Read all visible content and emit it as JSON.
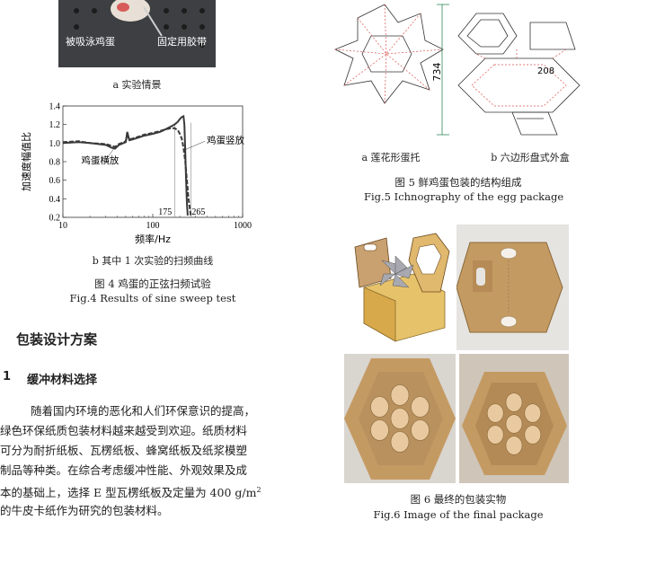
{
  "fig4": {
    "photo_label_left": "被吸泳鸡蛋",
    "photo_label_right": "固定用胶带",
    "caption_a": "a 实验情景",
    "caption_b": "b 其中 1 次实验的扫频曲线",
    "title_cn": "图 4 鸡蛋的正弦扫频试验",
    "title_en": "Fig.4 Results of sine sweep test"
  },
  "chart_data": {
    "type": "line",
    "xlabel": "频率/Hz",
    "ylabel": "加速度幅值比",
    "xscale": "log",
    "xlim": [
      10,
      1000
    ],
    "ylim": [
      0.2,
      1.4
    ],
    "x_ticks": [
      "10",
      "100",
      "1000"
    ],
    "y_ticks": [
      "0.2",
      "0.4",
      "0.6",
      "0.8",
      "1.0",
      "1.2",
      "1.4"
    ],
    "annotations": [
      "175",
      "265"
    ],
    "series": [
      {
        "name": "鸡蛋竖放",
        "style": "dashed",
        "x": [
          10,
          15,
          20,
          30,
          35,
          38,
          42,
          50,
          52,
          55,
          60,
          70,
          80,
          100,
          120,
          140,
          160,
          175,
          190,
          200,
          210,
          220,
          230,
          240,
          250,
          260,
          265
        ],
        "y": [
          1.01,
          1.02,
          1.0,
          0.99,
          0.97,
          0.96,
          0.99,
          1.02,
          1.08,
          1.04,
          1.05,
          1.07,
          1.09,
          1.11,
          1.13,
          1.15,
          1.16,
          1.16,
          1.14,
          1.1,
          1.05,
          0.95,
          0.8,
          0.6,
          0.4,
          0.28,
          0.22
        ]
      },
      {
        "name": "鸡蛋横放",
        "style": "solid",
        "x": [
          10,
          15,
          20,
          30,
          35,
          38,
          42,
          50,
          52,
          55,
          60,
          70,
          80,
          100,
          120,
          140,
          160,
          175,
          190,
          200,
          210,
          220,
          225,
          230,
          235,
          240,
          245
        ],
        "y": [
          1.0,
          1.01,
          1.0,
          0.98,
          0.95,
          0.94,
          0.98,
          1.01,
          1.12,
          1.03,
          1.04,
          1.06,
          1.08,
          1.1,
          1.12,
          1.15,
          1.18,
          1.2,
          1.23,
          1.26,
          1.28,
          1.29,
          1.2,
          0.9,
          0.6,
          0.35,
          0.22
        ]
      }
    ]
  },
  "section": {
    "heading": "包装设计方案",
    "subheading_num": "1",
    "subheading": "缓冲材料选择",
    "lines": [
      "随着国内环境的恶化和人们环保意识的提高，",
      "绿色环保纸质包装材料越来越受到欢迎。纸质材料",
      "可分为耐折纸板、瓦楞纸板、蜂窝纸板及纸浆模塑",
      "制品等种类。在综合考虑缓冲性能、外观效果及成",
      "本的基础上，选择 E 型瓦楞纸板及定量为 400 g/m",
      "的牛皮卡纸作为研究的包装材料。"
    ],
    "superscript": "2"
  },
  "fig5": {
    "dim_734": "734",
    "dim_208": "208",
    "caption_a": "a 莲花形蛋托",
    "caption_b": "b 六边形盘式外盒",
    "title_cn": "图 5 鲜鸡蛋包装的结构组成",
    "title_en": "Fig.5 Ichnography of the egg package"
  },
  "fig6": {
    "title_cn": "图 6 最终的包装实物",
    "title_en": "Fig.6 Image of the final package"
  },
  "colors": {
    "cardboard": "#c49a63",
    "dieline": "#d9534f",
    "background_gray": "#e9e9e9"
  }
}
